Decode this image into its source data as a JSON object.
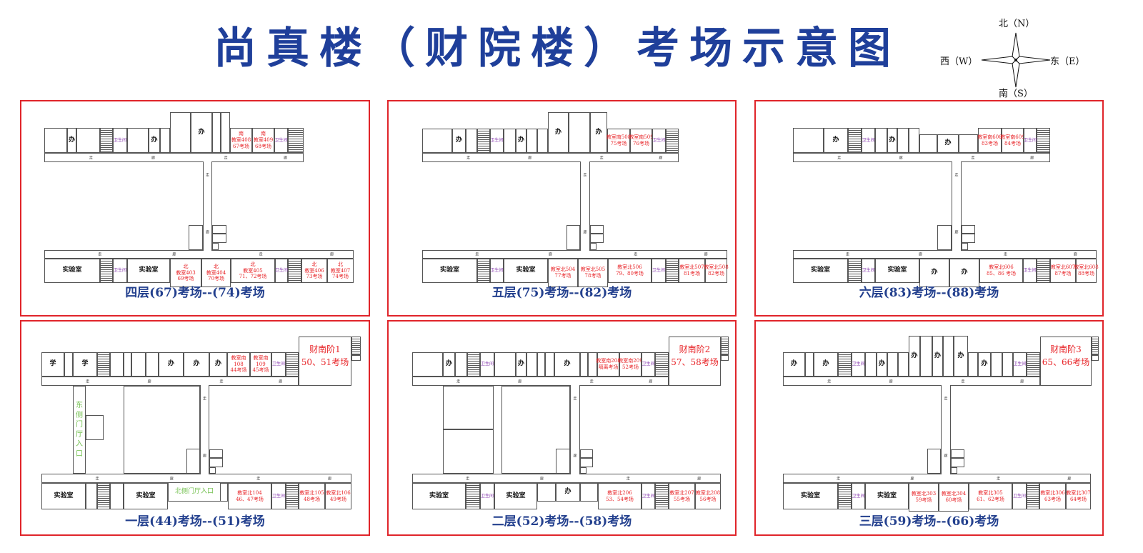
{
  "title": "尚真楼（财院楼）考场示意图",
  "compass": {
    "north": "北（N）",
    "south": "南（S）",
    "east": "东（E）",
    "west": "西（W）"
  },
  "common": {
    "restroom": "卫生间",
    "walk": "走",
    "corridor": "廊"
  },
  "floors": [
    {
      "title": "四层(67)考场--(74)考场",
      "north": [
        "办",
        "办",
        "办",
        "南\n教室408\n67考场",
        "南\n教室409\n68考场"
      ],
      "south": [
        "实验室",
        "实验室",
        "北\n教室403\n69考场",
        "北\n教室404\n70考场",
        "北\n教室405\n71、72考场",
        "北\n教室406\n73考场",
        "北\n教室407\n74考场"
      ]
    },
    {
      "title": "五层(75)考场--(82)考场",
      "north": [
        "办",
        "办",
        "办",
        "办",
        "教室南508\n75考场",
        "教室南509\n76考场"
      ],
      "south": [
        "实验室",
        "实验室",
        "教室北504\n77考场",
        "教室北505\n78考场",
        "教室北506\n79、80考场",
        "教室北507\n81考场",
        "教室北508\n82考场"
      ]
    },
    {
      "title": "六层(83)考场--(88)考场",
      "north": [
        "办",
        "办",
        "办",
        "教室南608\n83考场",
        "教室南609\n84考场"
      ],
      "south": [
        "实验室",
        "实验室",
        "办",
        "办",
        "教室北606\n85、86 考场",
        "教室北607\n87考场",
        "教室北608\n88考场"
      ]
    },
    {
      "title": "一层(44)考场--(51)考场",
      "north": [
        "学",
        "学",
        "办",
        "办",
        "办",
        "教室南\n108\n44考场",
        "教室南\n109\n45考场"
      ],
      "big": [
        "财南阶1\n50、51考场"
      ],
      "hall": [
        "东侧门厅入口"
      ],
      "south": [
        "实验室",
        "实验室",
        "北侧门厅入口",
        "教室北104\n46、47考场",
        "教室北105\n48考场",
        "教室北106\n49考场"
      ]
    },
    {
      "title": "二层(52)考场--(58)考场",
      "north": [
        "办",
        "办",
        "办",
        "教室南208\n隔离考场",
        "教室南209\n52考场"
      ],
      "big": [
        "财南阶2\n57、58考场"
      ],
      "south": [
        "实验室",
        "实验室",
        "办",
        "教室北206\n53、54考场",
        "教室北207\n55考场",
        "教室北208\n56考场"
      ]
    },
    {
      "title": "三层(59)考场--(66)考场",
      "north": [
        "办",
        "办",
        "办",
        "办",
        "办",
        "办",
        "办"
      ],
      "big": [
        "财南阶3\n65、66考场"
      ],
      "south": [
        "实验室",
        "实验室",
        "教室北303\n59考场",
        "教室北304\n60考场",
        "教室北305\n61、62考场",
        "教室北306\n63考场",
        "教室北307\n64考场"
      ]
    }
  ],
  "colors": {
    "title": "#1f3f9a",
    "frame": "#e0242a",
    "exam_room": "#e8262a",
    "restroom": "#8a3fb0",
    "entrance": "#6fbf4a"
  }
}
